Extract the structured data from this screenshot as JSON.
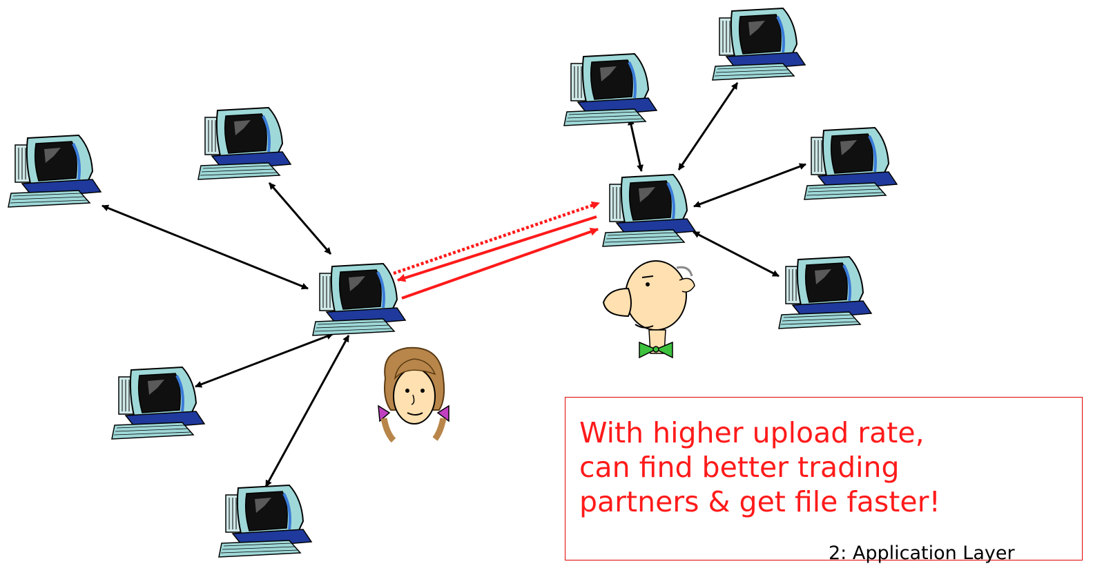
{
  "callout": {
    "lines": [
      "With higher upload rate,",
      "can find better trading",
      "partners & get file faster!"
    ]
  },
  "footer": "2: Application Layer",
  "colors": {
    "arrow": "#000000",
    "trade_arrow": "#ff1a1a",
    "callout_border": "#e00000",
    "callout_text": "#ff1a1a",
    "monitor_case": "#9fd8d8",
    "screen": "#101010",
    "keyboard": "#1f3a9c"
  },
  "icons": {
    "peer": "desktop-computer-icon",
    "alice": "girl-with-pigtails-icon",
    "bob": "bald-man-with-bowtie-icon"
  }
}
